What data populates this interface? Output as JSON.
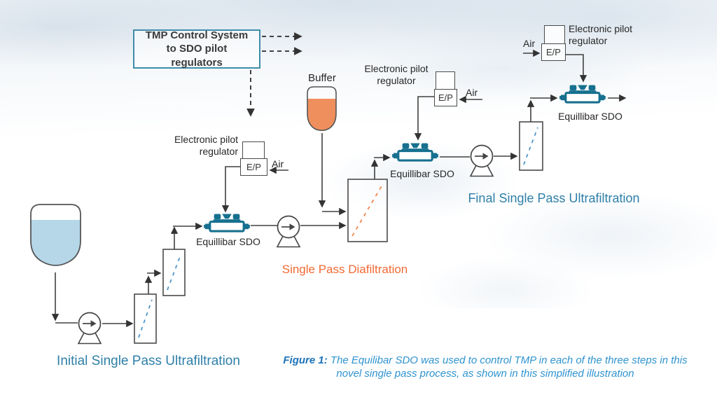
{
  "control_box": {
    "label": "TMP Control System to SDO pilot regulators"
  },
  "vessels": {
    "buffer_label": "Buffer"
  },
  "regulator": {
    "title": "Electronic pilot regulator",
    "ep_label": "E/P",
    "air_label": "Air"
  },
  "valve": {
    "label": "Equillibar SDO"
  },
  "stages": {
    "initial": "Initial Single Pass Ultrafiltration",
    "diafiltration": "Single Pass Diafiltration",
    "final": "Final Single Pass Ultrafiltration"
  },
  "caption": {
    "label": "Figure 1:",
    "text": "The Equilibar SDO was used to control TMP in each of the three steps in this novel single pass process, as shown in this simplified illustration"
  },
  "colors": {
    "valve_teal": "#17708f",
    "stage_blue": "#2e7fa8",
    "diafiltration_orange": "#f26a33",
    "buffer_fill": "#ef8f5d",
    "feed_fill": "#b5d7e8",
    "caption_blue": "#2e93d0",
    "caption_label_blue": "#1b72b8",
    "line_gray": "#404040",
    "control_box_border": "#3e8cab",
    "filter_dash_blue": "#4f96c8",
    "filter_dash_orange": "#f2884e"
  }
}
